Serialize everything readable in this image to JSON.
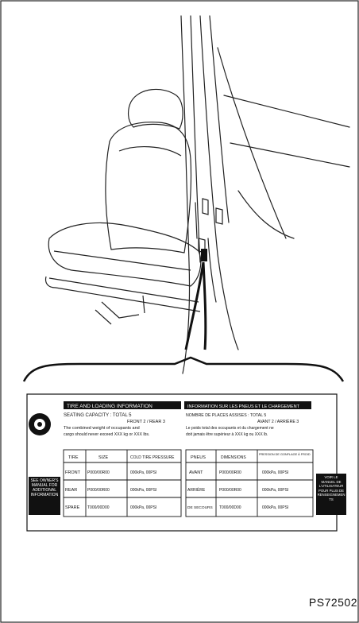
{
  "placard": {
    "tire_header": "TIRE AND LOADING INFORMATION",
    "fr_header": "INFORMATION SUR LES PNEUS ET LE CHARGEMENT",
    "seating_en": "SEATING CAPACITY : TOTAL 5",
    "seating_en_2": "FRONT 2 / REAR 3",
    "combined_en_1": "The combined weight of occupants and",
    "combined_en_2": "cargo should never exceed XXX kg or XXX lbs.",
    "seating_fr": "NOMBRE DE PLACES ASSISES : TOTAL 5",
    "seating_fr_2": "AVANT 2 / ARRIÈRE 3",
    "combined_fr_1": "Le poids total des occupants et du chargement ne",
    "combined_fr_2": "doit jamais être supérieur à XXX kg ou XXX lb.",
    "left_col_headers": [
      "TIRE",
      "SIZE",
      "COLD TIRE PRESSURE"
    ],
    "left_rows": [
      [
        "FRONT",
        "P000/00R00",
        "000kPa, 00PSI"
      ],
      [
        "REAR",
        "P000/00R00",
        "000kPa, 00PSI"
      ],
      [
        "SPARE",
        "T000/00D00",
        "000kPa, 00PSI"
      ]
    ],
    "right_col_headers": [
      "PNEUS",
      "DIMENSIONS",
      "PRESSION DE GONFLAGE À FROID"
    ],
    "right_rows": [
      [
        "AVANT",
        "P000/00R00",
        "000kPa, 00PSI"
      ],
      [
        "ARRIÈRE",
        "P000/00R00",
        "000kPa, 00PSI"
      ],
      [
        "DE SECOURS",
        "T000/00D00",
        "000kPa, 00PSI"
      ]
    ],
    "left_side_note": "SEE OWNER'S MANUAL FOR ADDITIONAL INFORMATION",
    "right_side_note": "VOIR LE MANUEL DE L'UTILISATEUR POUR PLUS DE RENSEIGNEMENTS"
  },
  "figure_code": "PS72502"
}
